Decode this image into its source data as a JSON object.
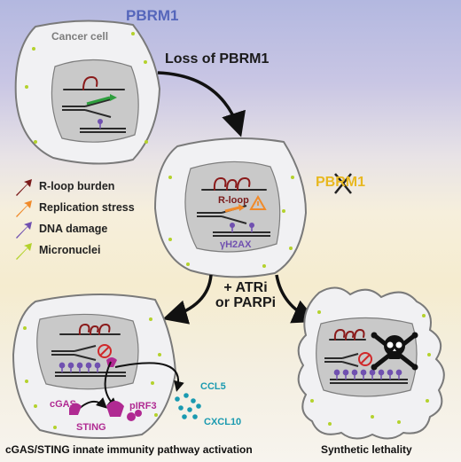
{
  "header": {
    "title": "PBRM1"
  },
  "cell1": {
    "label": "Cancer cell"
  },
  "arrow1": {
    "label": "Loss of PBRM1"
  },
  "cell2": {
    "rloop_label": "R-loop",
    "damage_label": "γH2AX",
    "gene_label": "PBRM1"
  },
  "legend": {
    "items": [
      {
        "label": "R-loop burden",
        "color": "#7a1a1a"
      },
      {
        "label": "Replication stress",
        "color": "#f08a2a"
      },
      {
        "label": "DNA damage",
        "color": "#7050b0"
      },
      {
        "label": "Micronuclei",
        "color": "#b4d22c"
      }
    ]
  },
  "treatment": {
    "line1": "+ ATRi",
    "line2": "or PARPi"
  },
  "left_outcome": {
    "cgas": "cGAS",
    "sting": "STING",
    "pirf3": "pIRF3",
    "ccl5": "CCL5",
    "cxcl10": "CXCL10",
    "caption": "cGAS/STING innate immunity pathway activation"
  },
  "right_outcome": {
    "caption": "Synthetic lethality"
  },
  "colors": {
    "cytokine": "#1a9ab0",
    "pathway": "#b02a92",
    "title": "#5566bb",
    "gene": "#e8b820"
  }
}
